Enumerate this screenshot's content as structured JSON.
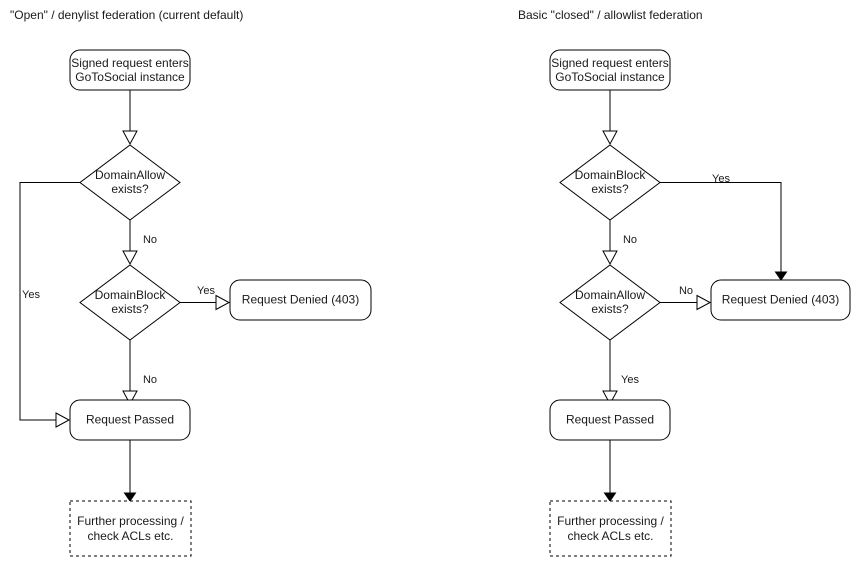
{
  "diagram": {
    "title_left": "\"Open\" / denylist federation (current default)",
    "title_right": "Basic \"closed\" / allowlist federation",
    "panels": [
      {
        "id": "denylist",
        "title": "\"Open\" / denylist federation (current default)",
        "nodes": {
          "entry_line1": "Signed request enters",
          "entry_line2": "GoToSocial instance",
          "decision1_line1": "DomainAllow",
          "decision1_line2": "exists?",
          "decision2_line1": "DomainBlock",
          "decision2_line2": "exists?",
          "denied": "Request Denied (403)",
          "passed": "Request Passed",
          "further_line1": "Further processing /",
          "further_line2": "check ACLs etc."
        },
        "edge_labels": {
          "allow_yes": "Yes",
          "allow_no": "No",
          "block_yes": "Yes",
          "block_no": "No"
        }
      },
      {
        "id": "allowlist",
        "title": "Basic \"closed\" / allowlist federation",
        "nodes": {
          "entry_line1": "Signed request enters",
          "entry_line2": "GoToSocial instance",
          "decision1_line1": "DomainBlock",
          "decision1_line2": "exists?",
          "decision2_line1": "DomainAllow",
          "decision2_line2": "exists?",
          "denied": "Request Denied (403)",
          "passed": "Request Passed",
          "further_line1": "Further processing /",
          "further_line2": "check ACLs etc."
        },
        "edge_labels": {
          "block_yes": "Yes",
          "block_no": "No",
          "allow_no": "No",
          "allow_yes": "Yes"
        }
      }
    ],
    "colors": {
      "stroke": "#000000",
      "text": "#1a1a1a",
      "background": "#ffffff"
    }
  }
}
